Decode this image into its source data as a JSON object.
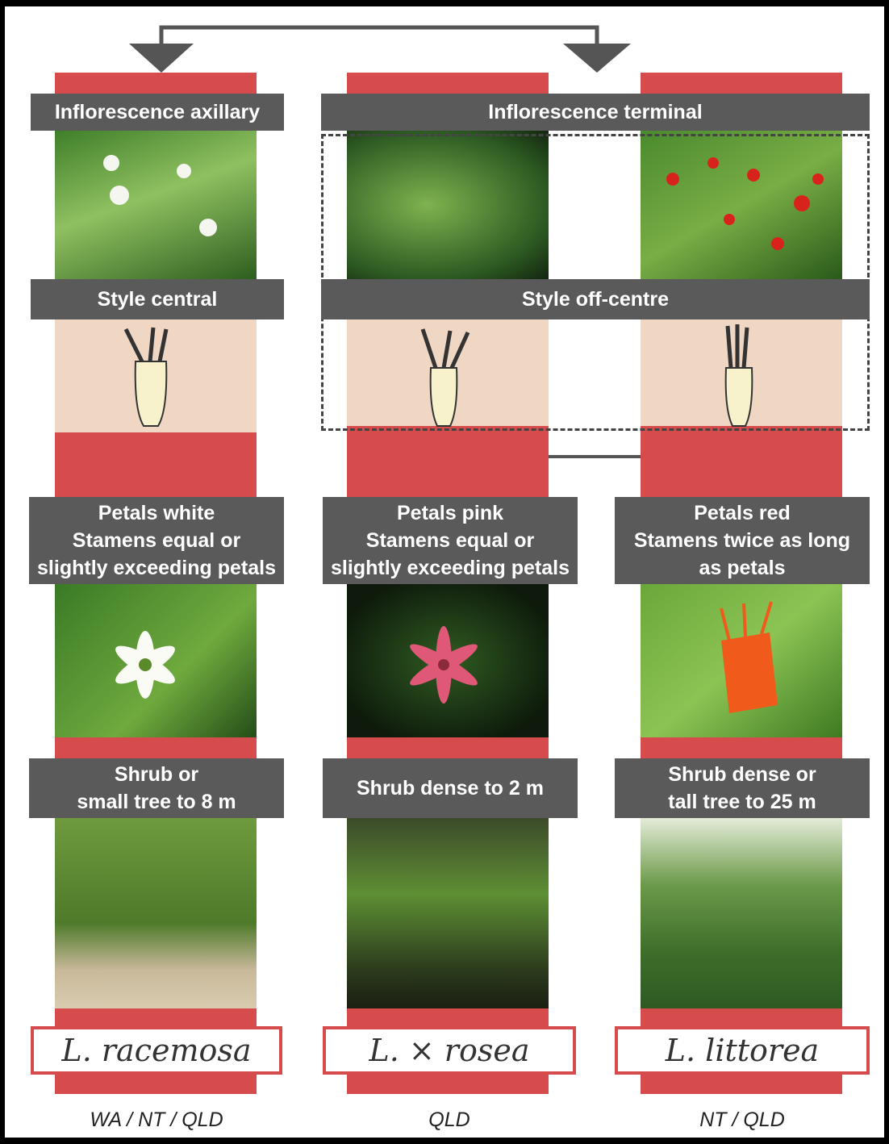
{
  "headers": {
    "inflorescence_axillary": "Inflorescence axillary",
    "inflorescence_terminal": "Inflorescence terminal",
    "style_central": "Style central",
    "style_off_centre": "Style off-centre"
  },
  "petals": [
    "Petals white\nStamens equal or\nslightly exceeding petals",
    "Petals pink\nStamens equal or\nslightly exceeding petals",
    "Petals red\nStamens twice as long\nas petals"
  ],
  "habit": [
    "Shrub or\nsmall tree to 8 m",
    "Shrub dense to 2 m",
    "Shrub dense or\ntall tree to 25 m"
  ],
  "species": [
    "L. racemosa",
    "L. × rosea",
    "L. littorea"
  ],
  "regions": [
    "WA / NT / QLD",
    "QLD",
    "NT / QLD"
  ],
  "colors": {
    "bar": "#d64c4c",
    "label_box": "#5a5a5a",
    "style_band": "#f0d7c3",
    "arrow": "#555555"
  }
}
